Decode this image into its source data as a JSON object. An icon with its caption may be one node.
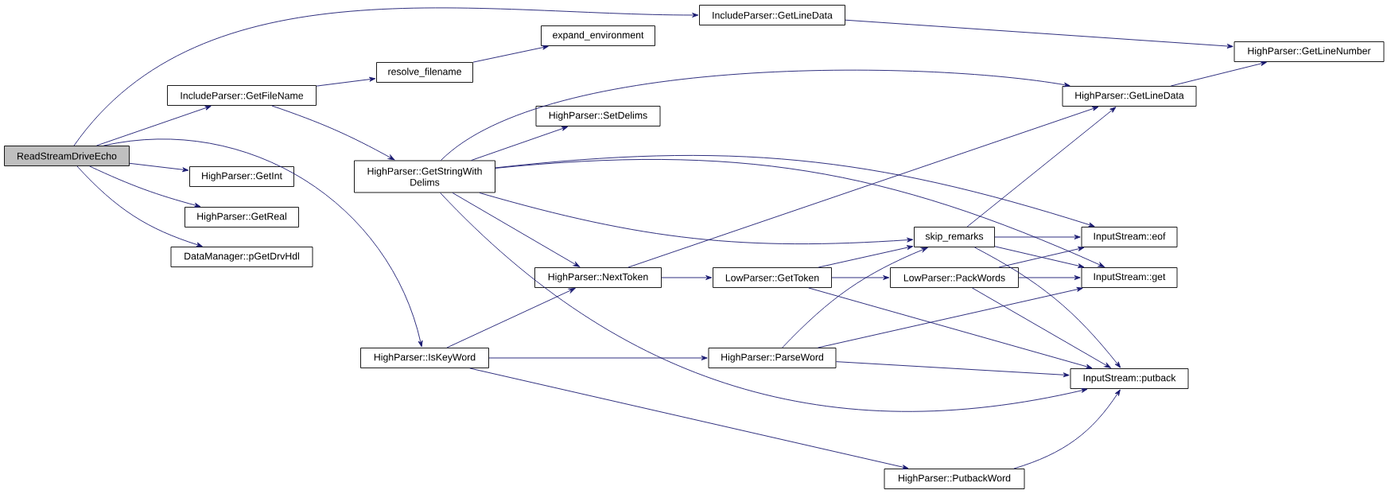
{
  "diagram": {
    "nodes": [
      {
        "text": [
          "ReadStreamDriveEcho"
        ]
      },
      {
        "text": [
          "IncludeParser::GetLineData"
        ]
      },
      {
        "text": [
          "IncludeParser::GetFileName"
        ]
      },
      {
        "text": [
          "resolve_filename"
        ]
      },
      {
        "text": [
          "expand_environment"
        ]
      },
      {
        "text": [
          "HighParser::GetStringWith Delims"
        ]
      },
      {
        "text": [
          "HighParser::GetInt"
        ]
      },
      {
        "text": [
          "HighParser::GetReal"
        ]
      },
      {
        "text": [
          "DataManager::pGetDrvHdl"
        ]
      },
      {
        "text": [
          "HighParser::SetDelims"
        ]
      },
      {
        "text": [
          "HighParser::NextToken"
        ]
      },
      {
        "text": [
          "HighParser::IsKeyWord"
        ]
      },
      {
        "text": [
          "LowParser::GetToken"
        ]
      },
      {
        "text": [
          "HighParser::ParseWord"
        ]
      },
      {
        "text": [
          "HighParser::PutbackWord"
        ]
      },
      {
        "text": [
          "skip_remarks"
        ]
      },
      {
        "text": [
          "LowParser::PackWords"
        ]
      },
      {
        "text": [
          "HighParser::GetLineNumber"
        ]
      },
      {
        "text": [
          "HighParser::GetLineData"
        ]
      },
      {
        "text": [
          "InputStream::eof"
        ]
      },
      {
        "text": [
          "InputStream::get"
        ]
      },
      {
        "text": [
          "InputStream::putback"
        ]
      }
    ],
    "edges": [
      {
        "from": 0,
        "to": 1,
        "arrow": "to"
      },
      {
        "from": 0,
        "to": 2,
        "arrow": "to"
      },
      {
        "from": 0,
        "to": 11,
        "arrow": "to"
      },
      {
        "from": 0,
        "to": 6,
        "arrow": "to"
      },
      {
        "from": 0,
        "to": 7,
        "arrow": "to"
      },
      {
        "from": 0,
        "to": 8,
        "arrow": "to"
      },
      {
        "from": 1,
        "to": 17,
        "arrow": "to"
      },
      {
        "from": 2,
        "to": 3,
        "arrow": "to"
      },
      {
        "from": 2,
        "to": 5,
        "arrow": "to"
      },
      {
        "from": 3,
        "to": 4,
        "arrow": "to"
      },
      {
        "from": 5,
        "to": 18,
        "arrow": "to"
      },
      {
        "from": 5,
        "to": 9,
        "arrow": "to"
      },
      {
        "from": 5,
        "to": 19,
        "arrow": "to"
      },
      {
        "from": 5,
        "to": 20,
        "arrow": "to"
      },
      {
        "from": 5,
        "to": 15,
        "arrow": "to"
      },
      {
        "from": 5,
        "to": 10,
        "arrow": "to"
      },
      {
        "from": 5,
        "to": 21,
        "arrow": "to"
      },
      {
        "from": 18,
        "to": 17,
        "arrow": "to"
      },
      {
        "from": 10,
        "to": 18,
        "arrow": "to"
      },
      {
        "from": 10,
        "to": 12,
        "arrow": "to"
      },
      {
        "from": 11,
        "to": 10,
        "arrow": "to"
      },
      {
        "from": 11,
        "to": 13,
        "arrow": "to"
      },
      {
        "from": 11,
        "to": 14,
        "arrow": "to"
      },
      {
        "from": 12,
        "to": 15,
        "arrow": "to"
      },
      {
        "from": 12,
        "to": 16,
        "arrow": "to"
      },
      {
        "from": 12,
        "to": 21,
        "arrow": "to"
      },
      {
        "from": 13,
        "to": 15,
        "arrow": "to"
      },
      {
        "from": 13,
        "to": 20,
        "arrow": "to"
      },
      {
        "from": 13,
        "to": 21,
        "arrow": "to"
      },
      {
        "from": 15,
        "to": 18,
        "arrow": "to"
      },
      {
        "from": 15,
        "to": 19,
        "arrow": "to"
      },
      {
        "from": 15,
        "to": 20,
        "arrow": "to"
      },
      {
        "from": 15,
        "to": 21,
        "arrow": "to"
      },
      {
        "from": 16,
        "to": 19,
        "arrow": "to"
      },
      {
        "from": 16,
        "to": 20,
        "arrow": "to"
      },
      {
        "from": 16,
        "to": 21,
        "arrow": "to"
      },
      {
        "from": 14,
        "to": 21,
        "arrow": "to"
      }
    ]
  }
}
